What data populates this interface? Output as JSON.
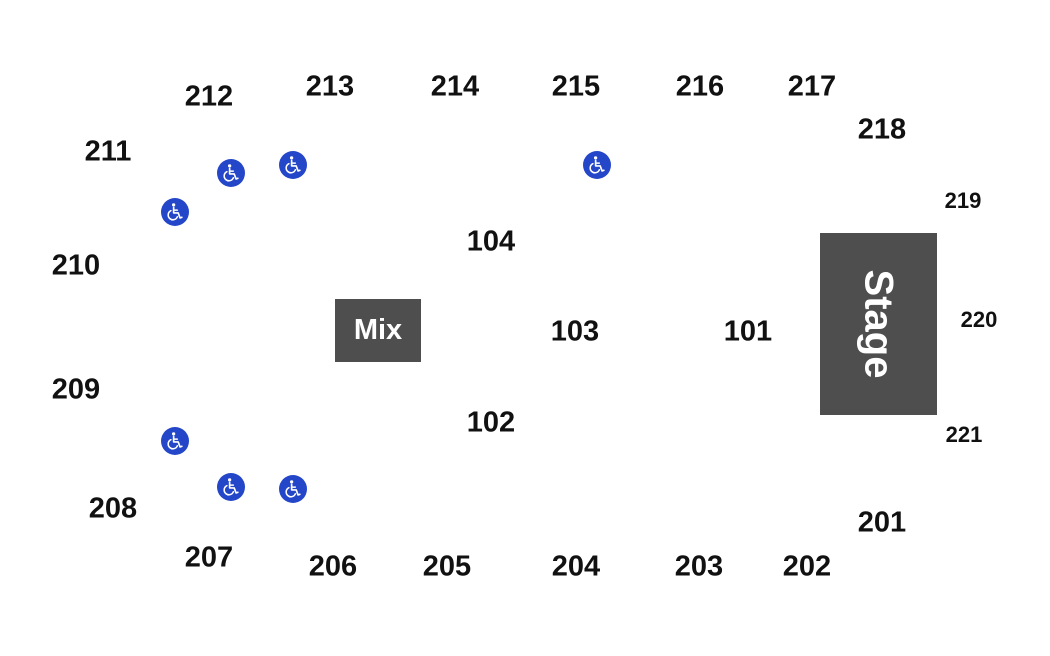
{
  "sections": {
    "s212": "212",
    "s213": "213",
    "s214": "214",
    "s215": "215",
    "s216": "216",
    "s217": "217",
    "s218": "218",
    "s211": "211",
    "s219": "219",
    "s210": "210",
    "s220": "220",
    "s209": "209",
    "s221": "221",
    "s208": "208",
    "s207": "207",
    "s206": "206",
    "s205": "205",
    "s204": "204",
    "s203": "203",
    "s202": "202",
    "s201": "201",
    "s104": "104",
    "s103": "103",
    "s102": "102",
    "s101": "101"
  },
  "mix_label": "Mix",
  "stage_label": "Stage",
  "accessible_icon": "wheelchair-icon",
  "colors": {
    "block": "#4e4e4e",
    "accessible": "#2446c8",
    "text": "#111111"
  }
}
